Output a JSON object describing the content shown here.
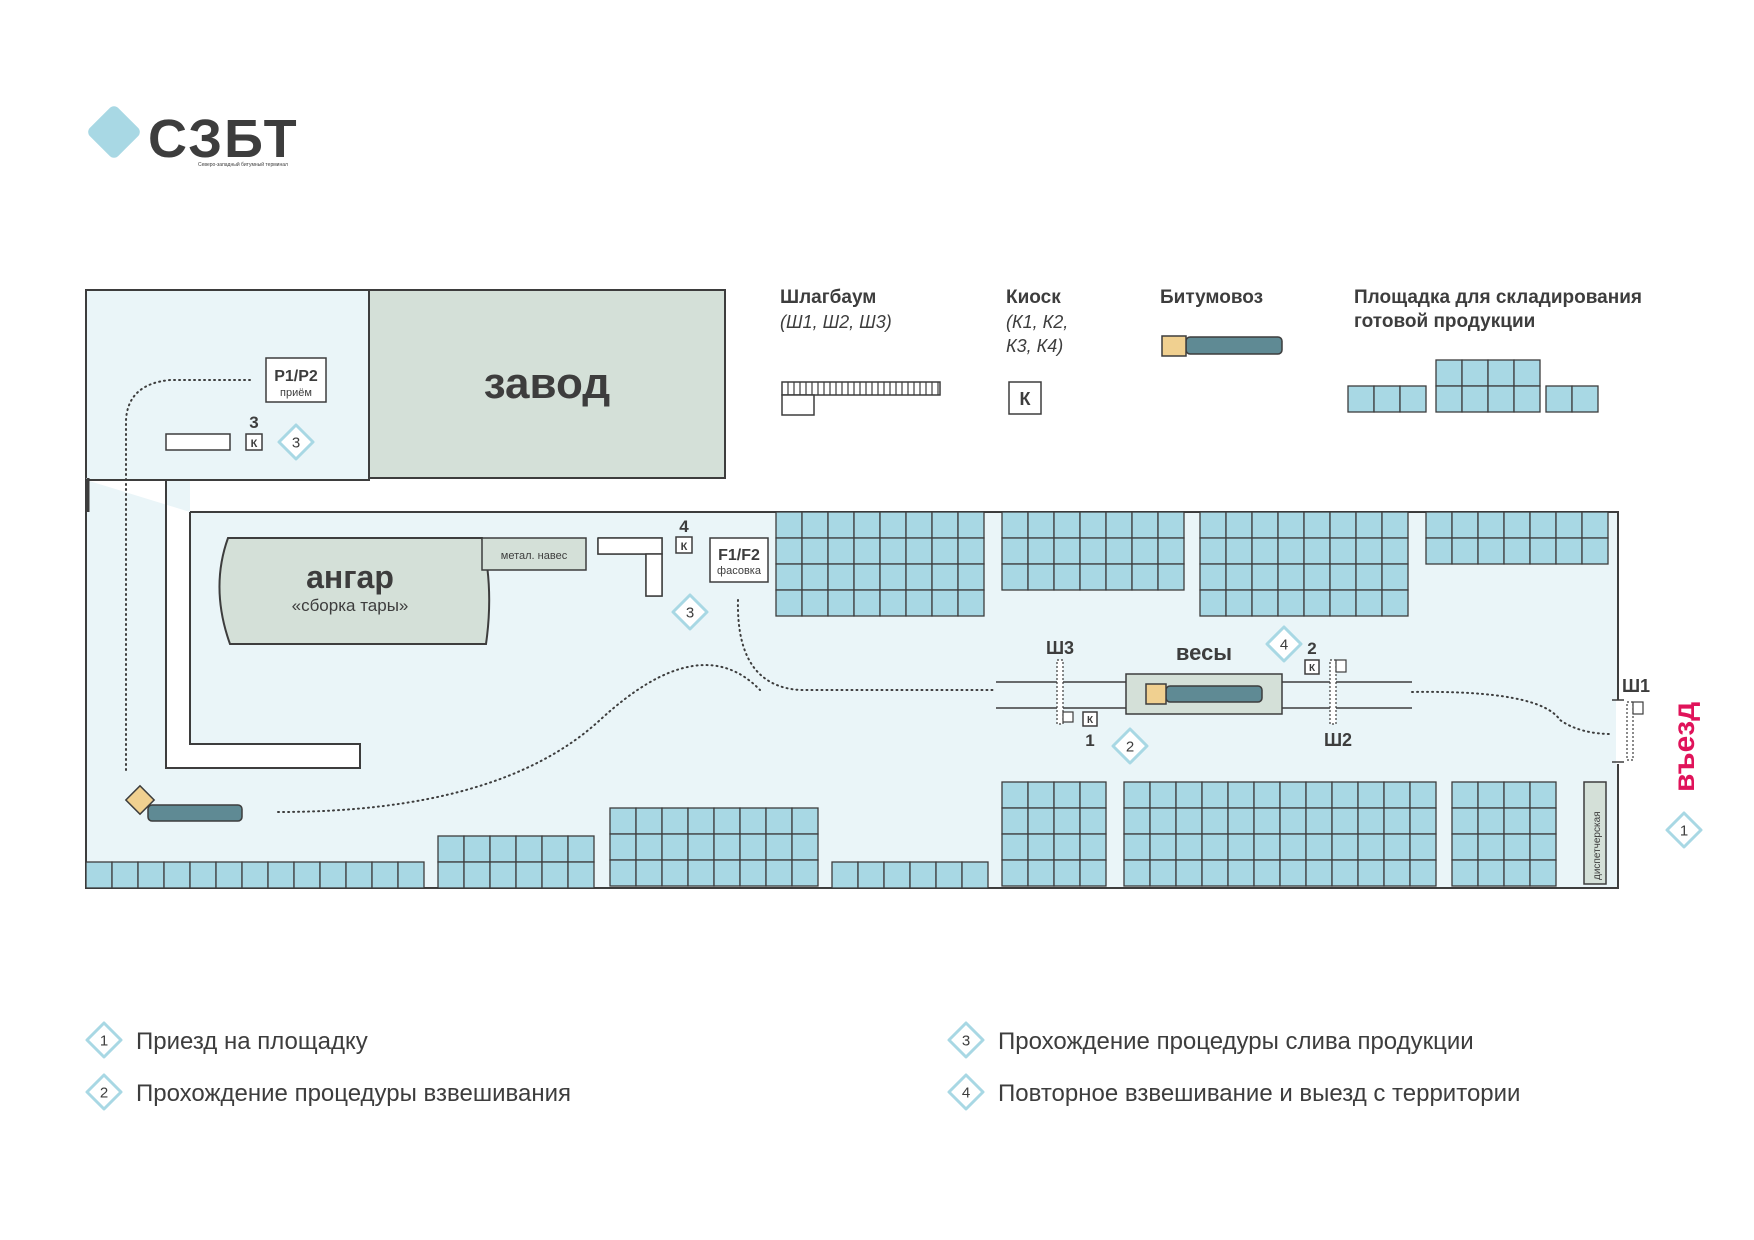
{
  "logo": {
    "name": "СЗБТ",
    "tagline": "Северо-западный битумный терминал",
    "color": "#a8d8e4"
  },
  "colors": {
    "ground": "#eaf5f8",
    "zavod": "#d4e0d8",
    "storage": "#a8d8e4",
    "outline": "#3d3d3d",
    "truck_body": "#5f8a94",
    "truck_cab": "#f0d090",
    "entry": "#e0135a",
    "step_marker": "#a8d8e4"
  },
  "buildings": {
    "zavod": "завод",
    "angar": "ангар",
    "angar_sub": "«сборка тары»",
    "naves": "метал. навес",
    "p1p2": "P1/P2",
    "p1p2_sub": "приём",
    "f1f2": "F1/F2",
    "f1f2_sub": "фасовка",
    "vesy": "весы",
    "dispatcher": "диспетчерская",
    "entry": "въезд"
  },
  "map_labels": {
    "kiosk_letter": "К",
    "kiosk_1": "1",
    "kiosk_2": "2",
    "kiosk_3": "3",
    "kiosk_4": "4",
    "barrier_1": "Ш1",
    "barrier_2": "Ш2",
    "barrier_3": "Ш3"
  },
  "legend": {
    "barrier_title": "Шлагбаум",
    "barrier_sub": "(Ш1, Ш2, Ш3)",
    "kiosk_title": "Киоск",
    "kiosk_sub_1": "(К1, К2,",
    "kiosk_sub_2": "К3, К4)",
    "kiosk_icon": "К",
    "truck_title": "Битумовоз",
    "storage_title_1": "Площадка для складирования",
    "storage_title_2": "готовой продукции"
  },
  "steps": [
    {
      "num": "1",
      "text": "Приезд на площадку"
    },
    {
      "num": "2",
      "text": "Прохождение процедуры взвешивания"
    },
    {
      "num": "3",
      "text": "Прохождение процедуры слива продукции"
    },
    {
      "num": "4",
      "text": "Повторное взвешивание и выезд с территории"
    }
  ],
  "map_markers": [
    "1",
    "2",
    "3",
    "3",
    "4"
  ]
}
